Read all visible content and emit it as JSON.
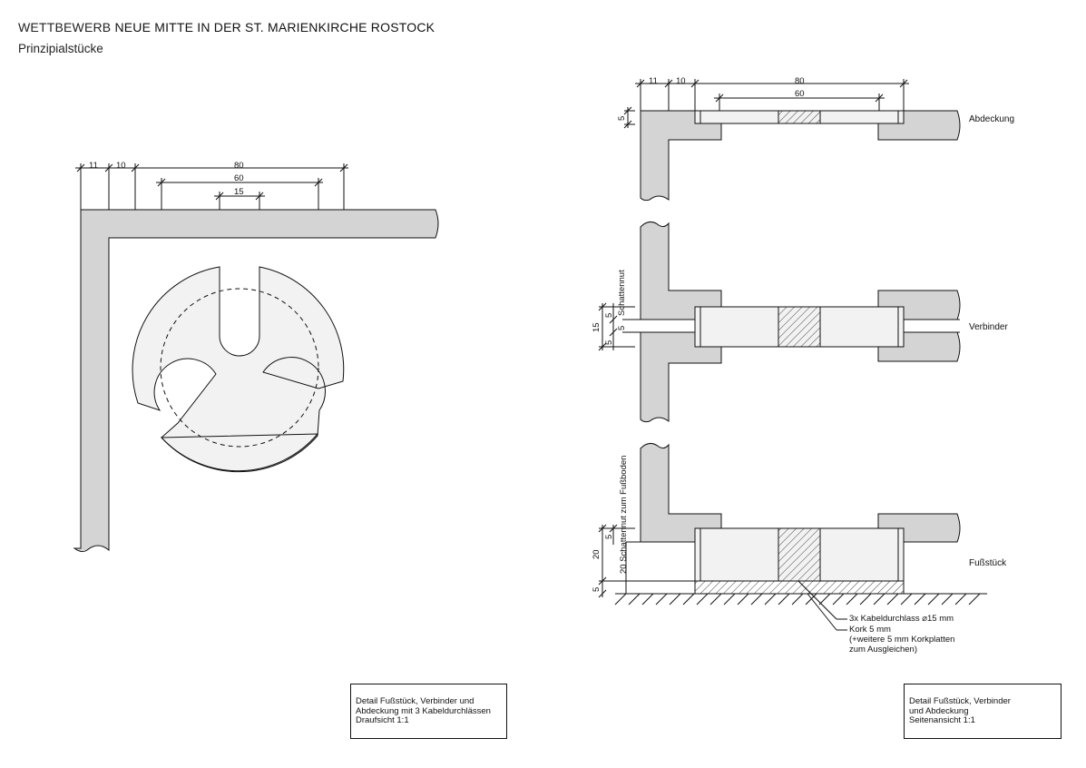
{
  "header": {
    "title_prefix": "WETTBEWERB",
    "title_main": "NEUE MITTE IN DER ST. MARIENKIRCHE ROSTOCK",
    "subtitle": "Prinzipialstücke"
  },
  "plan_view": {
    "dims": [
      "11",
      "10",
      "80",
      "60",
      "15"
    ]
  },
  "side_view": {
    "top_dims": [
      "11",
      "10",
      "80",
      "60"
    ],
    "abdeckung": {
      "label": "Abdeckung",
      "dim": "5"
    },
    "verbinder": {
      "label": "Verbinder",
      "dims": [
        "15",
        "5",
        "5",
        "5"
      ],
      "vertical_label": "Schattennut"
    },
    "fussstueck": {
      "label": "Fußstück",
      "dims": [
        "20",
        "5",
        "5"
      ],
      "vertical_label": "20 Schattennut zum Fußboden"
    },
    "notes": {
      "cable": "3x Kabeldurchlass ⌀15 mm",
      "cork_1": "Kork 5 mm",
      "cork_2": "(+weitere 5 mm Korkplatten",
      "cork_3": "zum Ausgleichen)"
    }
  },
  "title_boxes": [
    {
      "lines": [
        "Detail Fußstück, Verbinder und",
        "Abdeckung mit 3 Kabeldurchlässen",
        "Draufsicht 1:1"
      ]
    },
    {
      "lines": [
        "Detail Fußstück, Verbinder",
        "und Abdeckung",
        "Seitenansicht 1:1"
      ]
    }
  ],
  "colors": {
    "wall_fill": "#d4d4d4",
    "part_fill": "#f2f2f2",
    "line": "#111111"
  }
}
